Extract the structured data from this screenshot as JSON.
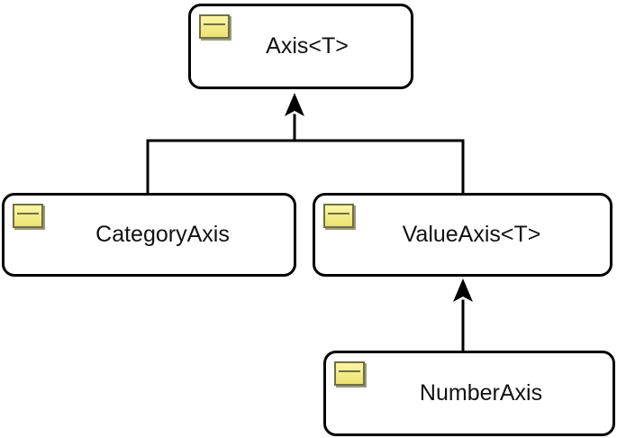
{
  "diagram": {
    "nodes": [
      {
        "id": "axis",
        "label": "Axis<T>",
        "icon": "class-icon"
      },
      {
        "id": "category",
        "label": "CategoryAxis",
        "icon": "class-icon"
      },
      {
        "id": "value",
        "label": "ValueAxis<T>",
        "icon": "class-icon"
      },
      {
        "id": "number",
        "label": "NumberAxis",
        "icon": "class-icon"
      }
    ],
    "edges": [
      {
        "from": "category",
        "to": "axis",
        "kind": "inheritance"
      },
      {
        "from": "value",
        "to": "axis",
        "kind": "inheritance"
      },
      {
        "from": "number",
        "to": "value",
        "kind": "inheritance"
      }
    ],
    "colors": {
      "stroke": "#000000",
      "icon_fill": "#f5ec8a",
      "icon_border": "#6f6f4a"
    }
  }
}
